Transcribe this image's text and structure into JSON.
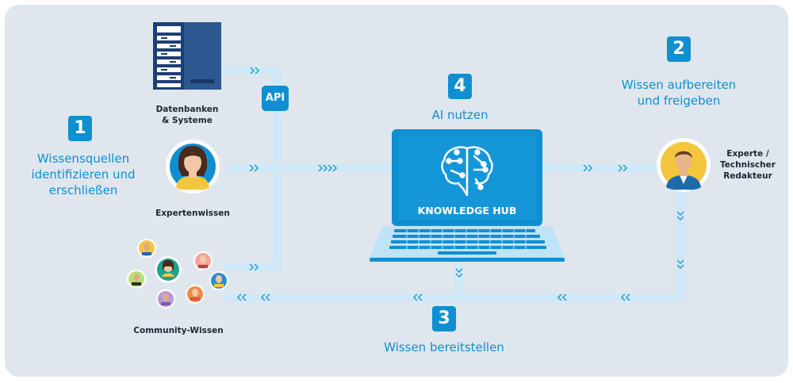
{
  "steps": {
    "s1": {
      "number": "1",
      "title_l1": "Wissensquellen",
      "title_l2": "identifizieren und",
      "title_l3": "erschließen"
    },
    "s2": {
      "number": "2",
      "title_l1": "Wissen aufbereiten",
      "title_l2": "und freigeben"
    },
    "s3": {
      "number": "3",
      "title": "Wissen bereitstellen"
    },
    "s4": {
      "number": "4",
      "title": "AI nutzen"
    }
  },
  "api_label": "API",
  "sources": {
    "database": {
      "label_l1": "Datenbanken",
      "label_l2": "& Systeme",
      "icon": "server-icon"
    },
    "expert": {
      "label": "Expertenwissen",
      "icon": "female-expert-avatar-icon"
    },
    "community": {
      "label": "Community-Wissen",
      "icon": "community-avatars-icon"
    }
  },
  "hub": {
    "label": "KNOWLEDGE HUB",
    "icon": "brain-circuit-icon"
  },
  "editor": {
    "label_l1": "Experte /",
    "label_l2": "Technischer",
    "label_l3": "Redakteur",
    "icon": "male-editor-avatar-icon"
  },
  "colors": {
    "panel": "#dfe6ed",
    "accent": "#0f8fd1",
    "flow": "#cfe9f8",
    "dark": "#1d2733"
  }
}
